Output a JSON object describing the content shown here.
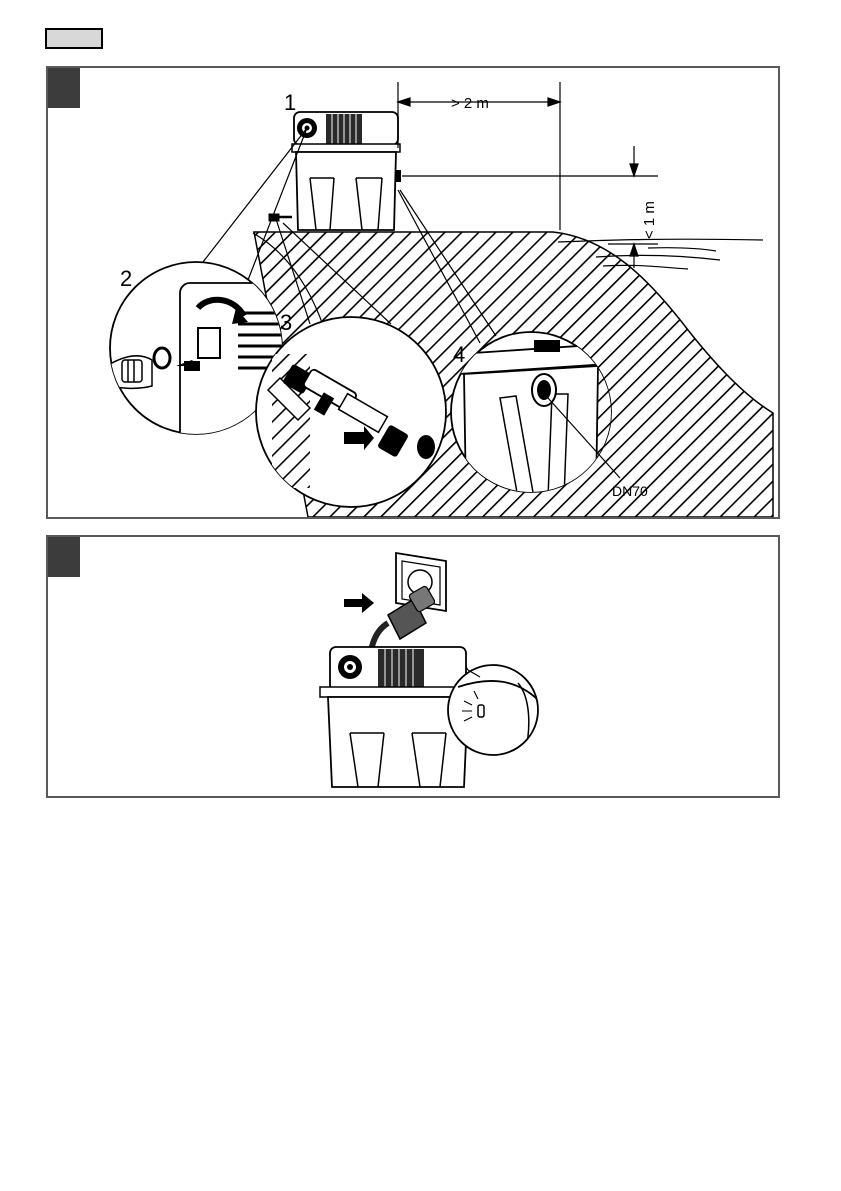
{
  "figure1": {
    "step_labels": [
      "1",
      "2",
      "3",
      "4"
    ],
    "dimension_horizontal": "> 2 m",
    "dimension_vertical": "< 1 m",
    "outlet_label": "DN70"
  },
  "colors": {
    "frame": "#5a5a5a",
    "marker": "#3c3c3c",
    "tab_fill": "#d8d8d8",
    "ink": "#000000"
  }
}
